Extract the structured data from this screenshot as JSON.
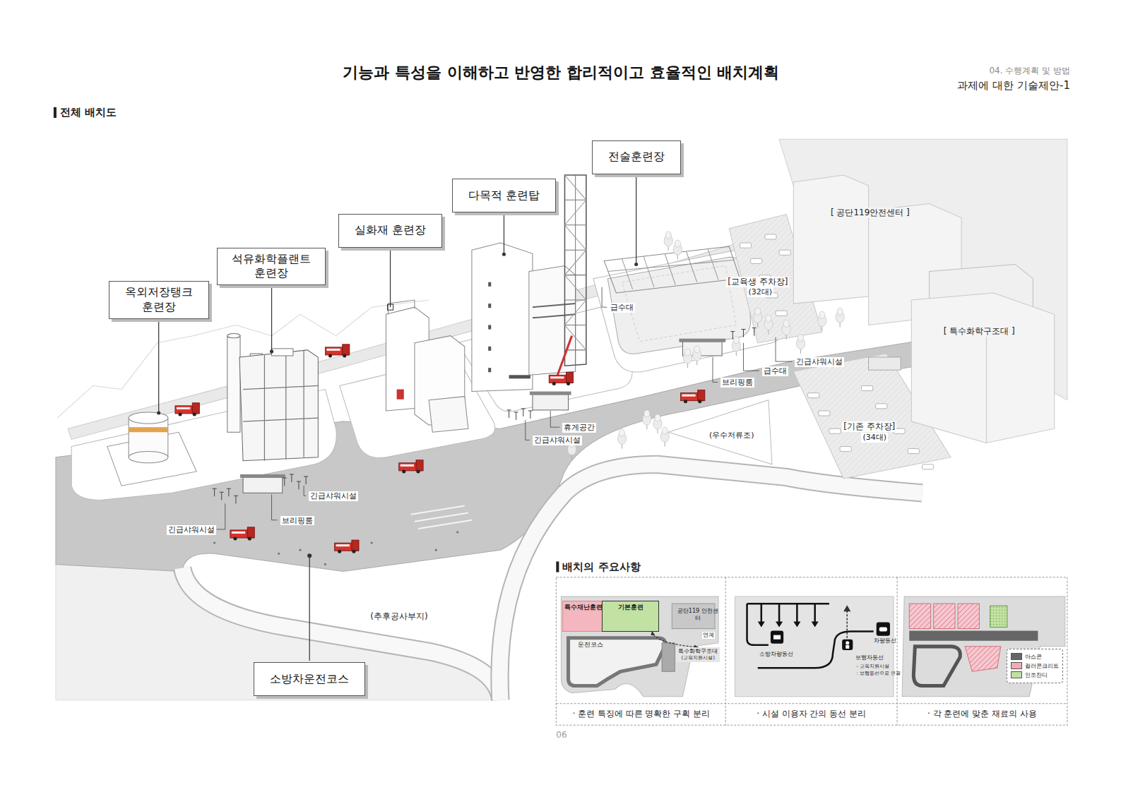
{
  "diagram": {
    "title": "기능과 특성을 이해하고 반영한 합리적이고 효율적인 배치계획",
    "nodes": [
      {
        "text": [
          "옥외저장탱크 훈련장"
        ]
      },
      {
        "text": [
          "석유화학플랜트 훈련장"
        ]
      },
      {
        "text": [
          "실화재 훈련장"
        ]
      },
      {
        "text": [
          "다목적 훈련탑"
        ]
      },
      {
        "text": [
          "전술훈련장"
        ]
      },
      {
        "text": [
          "소방차운전코스"
        ]
      },
      {
        "text": [
          "특수재난훈련"
        ]
      },
      {
        "text": [
          "기본훈련"
        ]
      },
      {
        "text": [
          "특수화학구조대",
          "(교육지원시설)"
        ]
      }
    ],
    "edges": [
      {
        "from": 7,
        "to": 8,
        "label": "연계",
        "arrow": "both"
      }
    ],
    "labels": [
      "04. 수행계획 및 방법",
      "과제에 대한 기술제안-1",
      "전체 배치도",
      "[ 공단119안전센터 ]",
      "[ 특수화학구조대 ]",
      "[교육생 주차장]",
      "(32대)",
      "급수대",
      "급수대",
      "긴급샤워시설",
      "브리핑룸",
      "휴게공간",
      "긴급샤워시설",
      "[기존 주차장]",
      "(34대)",
      "(우수저류조)",
      "긴급샤워시설",
      "브리핑룸",
      "긴급샤워시설",
      "(추후공사부지)",
      "배치의 주요사항",
      "공단119 안전센터",
      "운전코스",
      "소방차량동선",
      "보행자동선",
      "- 교육지원시설",
      ": 보행동선으로 연결",
      "차량동선",
      "· 훈련 특징에 따른 명확한 구획 분리",
      "· 시설 이용자 간의 동선 분리",
      "· 각 훈련에 맞춘 재료의 사용",
      "06"
    ],
    "legend": [
      {
        "text": "아스콘",
        "color": "#666666"
      },
      {
        "text": "컬러콘크리트",
        "color": "#f2aab6"
      },
      {
        "text": "인조잔디",
        "color": "#bfe0a2"
      }
    ]
  }
}
